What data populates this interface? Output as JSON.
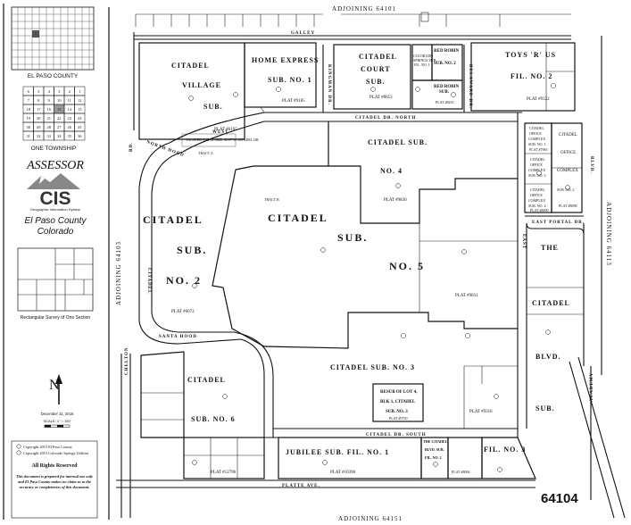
{
  "header": {
    "adjoining_top": "ADJOINING 64101"
  },
  "footer": {
    "adjoining_bottom": "ADJOINING 64151",
    "map_number": "64104"
  },
  "sides": {
    "adjoining_left": "ADJOINING 64103",
    "adjoining_right": "ADJOINING 64113"
  },
  "legend": {
    "county": "EL PASO COUNTY",
    "township": "ONE TOWNSHIP",
    "section_numbers": [
      "6",
      "5",
      "4",
      "3",
      "2",
      "1",
      "7",
      "8",
      "9",
      "10",
      "11",
      "12",
      "18",
      "17",
      "16",
      "15",
      "14",
      "13",
      "19",
      "20",
      "21",
      "22",
      "23",
      "24",
      "30",
      "29",
      "28",
      "27",
      "26",
      "25",
      "31",
      "32",
      "33",
      "34",
      "35",
      "36"
    ],
    "assessor": "ASSESSOR",
    "logo": "CIS",
    "gis_caption": "Geographic Information System",
    "county_name": "El Paso County",
    "state": "Colorado",
    "survey_caption": "Rectangular Survey of One Section",
    "north": "N",
    "date": "December 31, 2016",
    "scale": "SCALE: 1\" = 150'",
    "copyright_1": "Copyright 2015   El Paso County",
    "copyright_2": "Copyright 2015   Colorado Springs Utilities",
    "rights": "All Rights Reserved",
    "disclaimer": "This document is prepared for internal use only and El Paso County makes no claim as to the accuracy or completeness of this document."
  },
  "streets": {
    "galley": "GALLEY",
    "citadel_dr_north": "CITADEL    DR.    NORTH",
    "citadel_dr_south": "CITADEL   DR.   SOUTH",
    "citadel_dr_west": "WEST",
    "platte": "PLATTE                AVE.",
    "chelton": "CHELTON",
    "academy": "ACADEMY",
    "blvd": "BLVD.",
    "rd": "RD.",
    "east": "EAST",
    "dr": "DR.",
    "kingman": "KINGMAN DR.",
    "delaware": "DELAWARE DR.",
    "east_portal": "EAST  PORTAL  DR.",
    "citadel_vertical": "CITADEL",
    "north_hood": "NORTH HOOD",
    "santa_hood": "SANTA HOOD"
  },
  "parcels": {
    "citadel_village": {
      "l1": "CITADEL",
      "l2": "VILLAGE",
      "l3": "SUB.",
      "plat": "PLAT #6165"
    },
    "home_express": {
      "l1": "HOME EXPRESS",
      "l2": "SUB.  NO. 1",
      "plat": "PLAT #9185"
    },
    "citadel_court": {
      "l1": "CITADEL",
      "l2": "COURT",
      "l3": "SUB.",
      "plat": "PLAT #8853"
    },
    "colorado_springs": {
      "l1": "COLORADO",
      "l2": "SPRINGS SUB.",
      "l3": "FIL. NO. 1"
    },
    "red_robin_2": {
      "l1": "RED ROBIN",
      "l2": "SUB. NO. 2"
    },
    "red_robin": {
      "l1": "RED ROBIN",
      "l2": "SUB.",
      "plat": "PLAT #8435"
    },
    "toys_r_us": {
      "l1": "TOYS  'R'  US",
      "l2": "FIL.  NO.  2",
      "plat": "PLAT #9122"
    },
    "vacated": "VACATED 5/15/82  ORD. 82-97   W. CITADEL DR.",
    "tract_a": "TRACT A",
    "tract_b": "TRACT B",
    "citadel_sub_4": {
      "l1": "CITADEL SUB.",
      "l2": "NO.  4",
      "plat": "PLAT #9830"
    },
    "citadel_office_complex": {
      "l1": "CITADEL",
      "l2": "OFFICE",
      "l3": "COMPLEX",
      "l4": "SUB. NO. 1",
      "plat": "PLAT #7983"
    },
    "citadel_office": {
      "l1": "CITADEL",
      "l2": "OFFICE",
      "l3": "COMPLEX",
      "l4": "SUB. NO. 2",
      "plat": "PLAT #8098"
    },
    "citadel_office_b": {
      "l1": "CITADEL",
      "l2": "OFFICE",
      "l3": "COMPLEX",
      "l4": "SUB. NO. 3"
    },
    "citadel_office_c": {
      "l1": "CITADEL",
      "l2": "OFFICE",
      "l3": "COMPLEX",
      "l4": "SUB. NO. 4",
      "plat": "PLAT #8099"
    },
    "citadel_sub_2": {
      "l1": "CITADEL",
      "l2": "SUB.",
      "l3": "NO.   2",
      "plat": "PLAT #6072"
    },
    "citadel_sub_5": {
      "l1": "CITADEL",
      "l2": "SUB.",
      "l3": "NO.  5",
      "plat": "PLAT #9831"
    },
    "the_citadel_blvd": {
      "l1": "THE",
      "l2": "CITADEL",
      "l3": "BLVD.",
      "l4": "SUB."
    },
    "citadel_sub_3": {
      "l1": "CITADEL   SUB.   NO.   3",
      "plat": "PLAT #9316"
    },
    "resub": {
      "l1": "RESUB OF LOT 4,",
      "l2": "BLK 1, CITADEL",
      "l3": "SUB. NO. 3",
      "plat": "PLAT #9750"
    },
    "citadel_sub_6": {
      "l1": "CITADEL",
      "l2": "SUB.  NO.  6",
      "plat": "PLAT #12796"
    },
    "jubilee": {
      "l1": "JUBILEE    SUB.  FIL.  NO.  1",
      "plat": "PLAT #10396"
    },
    "the_citadel_blvd_small": {
      "l1": "THE CITADEL",
      "l2": "BLVD. SUB.",
      "l3": "FIL. NO. 2",
      "plat": "PLAT #8084"
    },
    "fil_no_3": "FIL.    NO.   3"
  }
}
